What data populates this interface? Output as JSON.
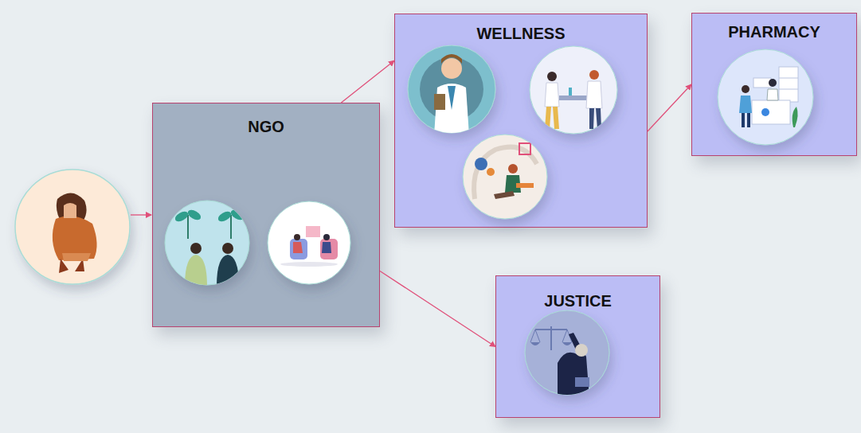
{
  "diagram": {
    "nodes": [
      {
        "text": [
          "NGO"
        ]
      },
      {
        "text": [
          "WELLNESS"
        ]
      },
      {
        "text": [
          "PHARMACY"
        ]
      },
      {
        "text": [
          "JUSTICE"
        ]
      }
    ],
    "edges": [
      {
        "from": 0,
        "to": 1,
        "arrow": "to"
      },
      {
        "from": 1,
        "to": 2,
        "arrow": "to"
      },
      {
        "from": 0,
        "to": 3,
        "arrow": "to"
      }
    ]
  }
}
